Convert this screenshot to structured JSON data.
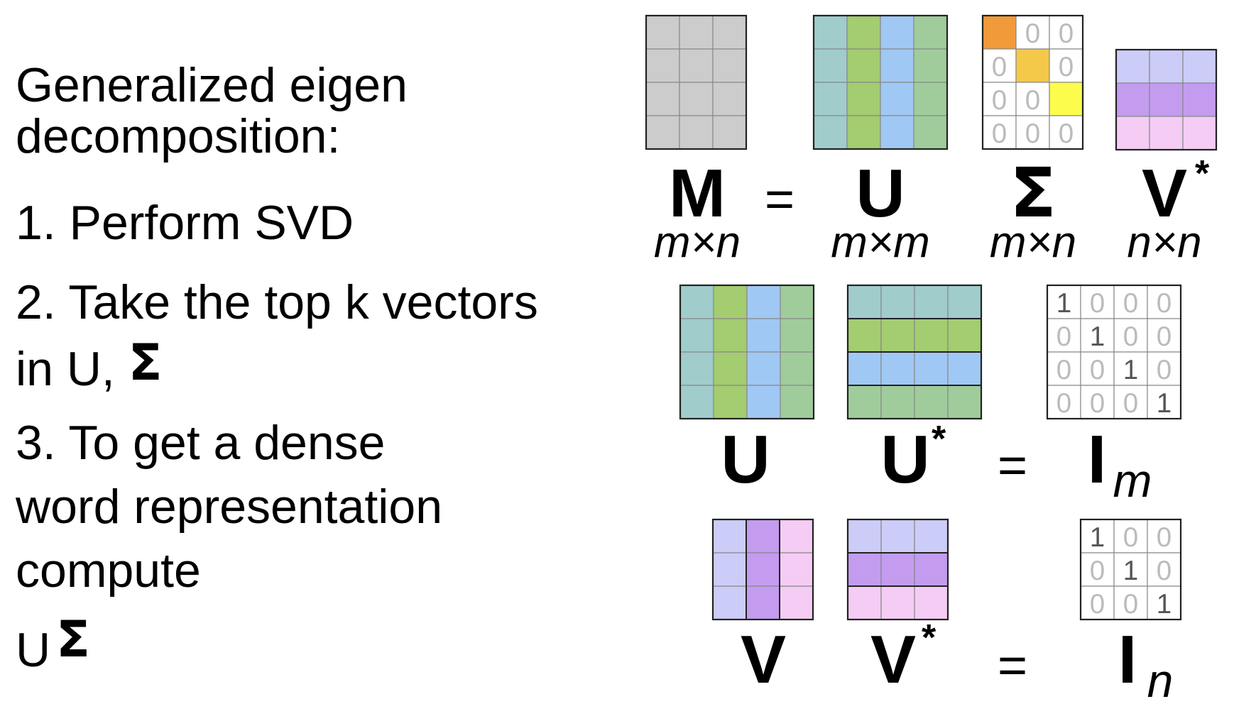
{
  "left_text": {
    "line1": "Generalized eigen",
    "line2": "decomposition:",
    "step1": "1. Perform SVD",
    "step2a": "2. Take the top k vectors",
    "step2b_prefix": "in U,",
    "sigma": "Σ",
    "step3a": "3. To get a dense",
    "step3b": "word representation",
    "step3c": "compute",
    "final_u": "U"
  },
  "equation1": {
    "lhs": {
      "symbol": "M",
      "dim": "m×n"
    },
    "equals": "=",
    "u": {
      "symbol": "U",
      "dim": "m×m"
    },
    "sigma": {
      "symbol": "Σ",
      "dim": "m×n"
    },
    "vstar": {
      "symbol": "V",
      "sup": "*",
      "dim": "n×n"
    },
    "sigma_zero": "0"
  },
  "equation2": {
    "a": "U",
    "b": "U",
    "b_sup": "*",
    "equals": "=",
    "rhs": "I",
    "rhs_sub": "m",
    "identity": [
      [
        "1",
        "0",
        "0",
        "0"
      ],
      [
        "0",
        "1",
        "0",
        "0"
      ],
      [
        "0",
        "0",
        "1",
        "0"
      ],
      [
        "0",
        "0",
        "0",
        "1"
      ]
    ]
  },
  "equation3": {
    "a": "V",
    "b": "V",
    "b_sup": "*",
    "equals": "=",
    "rhs": "I",
    "rhs_sub": "n",
    "identity": [
      [
        "1",
        "0",
        "0"
      ],
      [
        "0",
        "1",
        "0"
      ],
      [
        "0",
        "0",
        "1"
      ]
    ]
  },
  "colors": {
    "m_gray": "#cccccc",
    "u_cols": [
      "#a0cccc",
      "#a4cc70",
      "#a0c8f4",
      "#a0cc9c"
    ],
    "v_cols": [
      "#ccccf8",
      "#c39cf0",
      "#f4ccf4"
    ],
    "sigma_diag": [
      "#f09a3a",
      "#f4c848",
      "#fcfc4c"
    ],
    "grid_line": "#888888",
    "zero_text": "#bbbbbb"
  }
}
